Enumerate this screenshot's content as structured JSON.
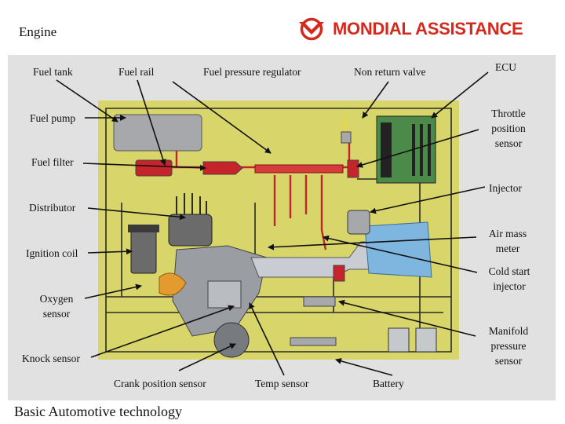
{
  "title": "Engine",
  "brand": {
    "name": "MONDIAL ASSISTANCE",
    "color": "#d42a1e",
    "icon": "brand-logo-icon"
  },
  "labels": {
    "fuel_tank": "Fuel tank",
    "fuel_rail": "Fuel rail",
    "fuel_pressure_regulator": "Fuel pressure regulator",
    "non_return_valve": "Non return valve",
    "ecu": "ECU",
    "fuel_pump": "Fuel pump",
    "throttle_position_sensor": "Throttle\nposition\nsensor",
    "fuel_filter": "Fuel filter",
    "injector": "Injector",
    "distributor": "Distributor",
    "air_mass_meter": "Air mass\nmeter",
    "ignition_coil": "Ignition coil",
    "cold_start_injector": "Cold start\ninjector",
    "oxygen_sensor": "Oxygen\nsensor",
    "manifold_pressure_sensor": "Manifold\npressure\nsensor",
    "knock_sensor": "Knock sensor",
    "crank_position_sensor": "Crank position sensor",
    "temp_sensor": "Temp sensor",
    "battery": "Battery"
  },
  "footer": "Basic Automotive technology",
  "colors": {
    "board": "#d8d66a",
    "fuel_line": "#c6232b",
    "intake": "#7fb6e0",
    "wire": "#2a2a2a",
    "panel": "#e1e1e1"
  }
}
